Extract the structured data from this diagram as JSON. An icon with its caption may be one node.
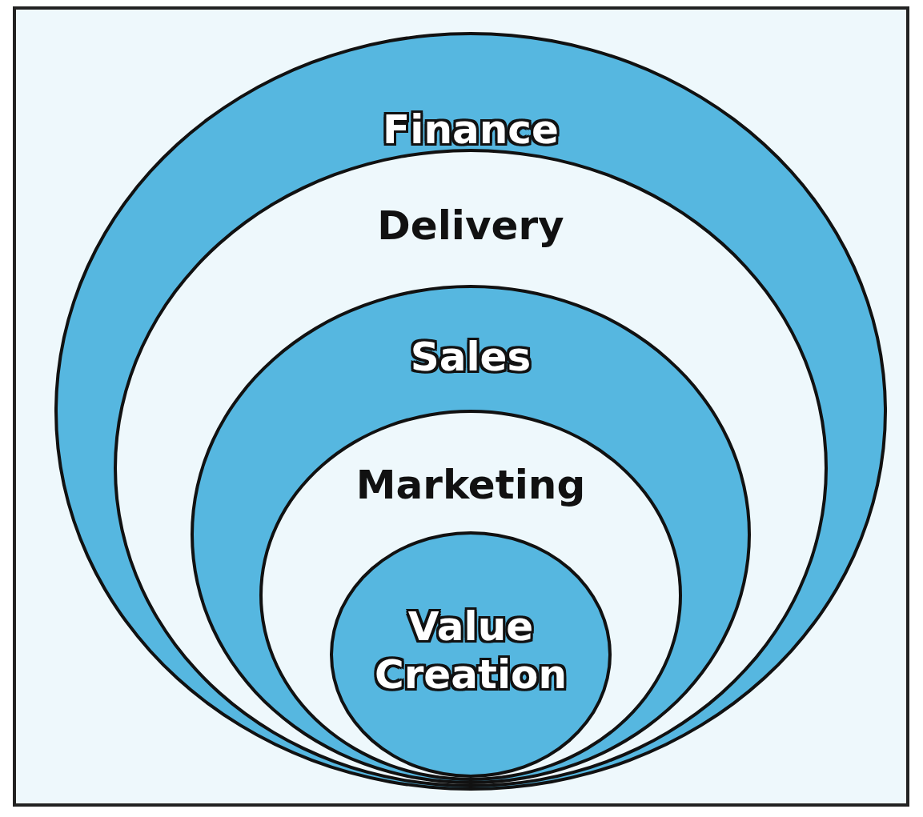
{
  "diagram": {
    "nodes": [
      {
        "text": [
          "Finance"
        ]
      },
      {
        "text": [
          "Delivery"
        ],
        "in": 0
      },
      {
        "text": [
          "Sales"
        ],
        "in": 1
      },
      {
        "text": [
          "Marketing"
        ],
        "in": 2
      },
      {
        "text": [
          "Value Creation"
        ],
        "in": 3
      }
    ]
  }
}
